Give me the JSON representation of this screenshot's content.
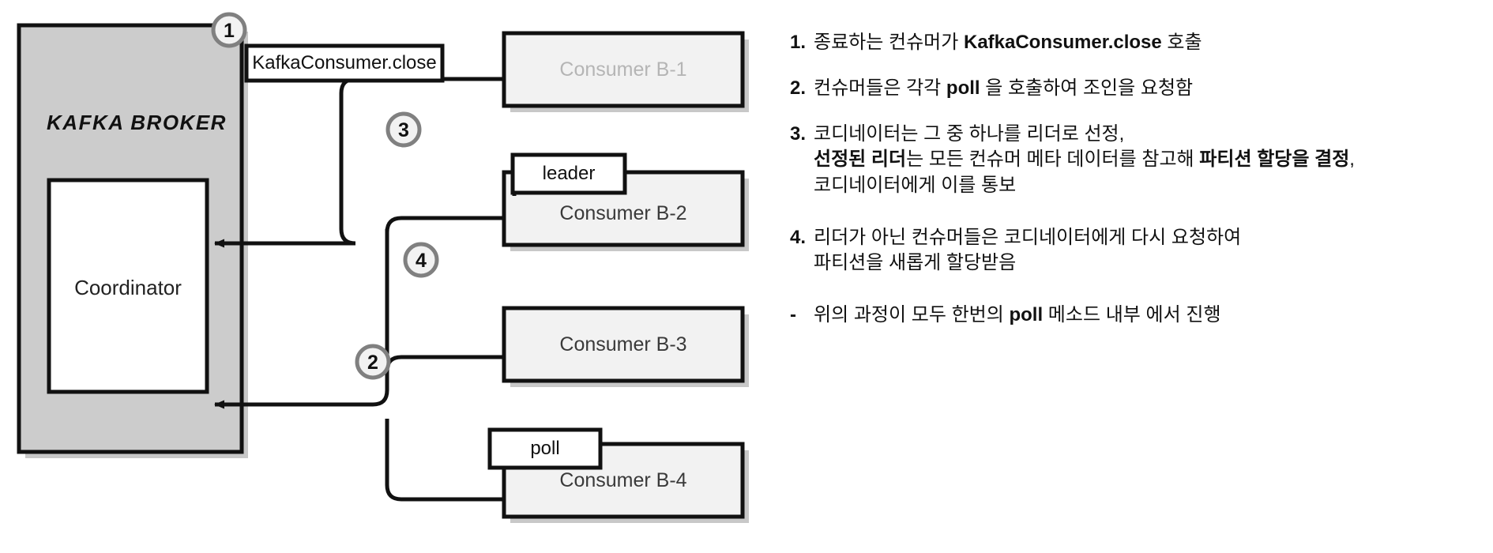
{
  "diagram": {
    "title": "Kafka consumer group rebalance flow",
    "broker": {
      "label": "KAFKA BROKER",
      "fill": "#cccccc",
      "coordinator": {
        "label": "Coordinator",
        "fill": "#ffffff"
      }
    },
    "consumers": [
      {
        "id": "b1",
        "label": "Consumer B-1",
        "tag": "KafkaConsumer.close",
        "marker": "1",
        "muted": true
      },
      {
        "id": "b2",
        "label": "Consumer B-2",
        "tag": "leader",
        "marker": "3",
        "muted": false
      },
      {
        "id": "b3",
        "label": "Consumer B-3",
        "tag": "",
        "marker": "4",
        "muted": false
      },
      {
        "id": "b4",
        "label": "Consumer B-4",
        "tag": "poll",
        "marker": "2",
        "muted": false
      }
    ],
    "markers": [
      "1",
      "2",
      "3",
      "4"
    ],
    "colors": {
      "broker_fill": "#cccccc",
      "consumer_fill": "#f2f2f2",
      "tag_fill": "#ffffff",
      "stroke": "#111111",
      "marker_ring": "#808080",
      "marker_fill": "#f2f2f2",
      "muted_text": "#b5b5b5",
      "shadow": "#c8c8c8"
    }
  },
  "notes": {
    "items": [
      {
        "marker": "1.",
        "lines": [
          [
            {
              "t": "종료하는 컨슈머가 ",
              "b": false
            },
            {
              "t": "KafkaConsumer.close",
              "b": true
            },
            {
              "t": " 호출",
              "b": false
            }
          ]
        ]
      },
      {
        "marker": "2.",
        "lines": [
          [
            {
              "t": "컨슈머들은 각각 ",
              "b": false
            },
            {
              "t": "poll",
              "b": true
            },
            {
              "t": " 을 호출하여 조인을 요청함",
              "b": false
            }
          ]
        ]
      },
      {
        "marker": "3.",
        "lines": [
          [
            {
              "t": "코디네이터는 그 중 하나를 리더로 선정,",
              "b": false
            }
          ],
          [
            {
              "t": "선정된 리더",
              "b": true
            },
            {
              "t": "는 모든 컨슈머 메타 데이터를 참고해 ",
              "b": false
            },
            {
              "t": "파티션 할당을 결정",
              "b": true
            },
            {
              "t": ",",
              "b": false
            }
          ],
          [
            {
              "t": "코디네이터에게 이를 통보",
              "b": false
            }
          ]
        ]
      },
      {
        "marker": "4.",
        "lines": [
          [
            {
              "t": "리더가 아닌 컨슈머들은 코디네이터에게 다시 요청하여",
              "b": false
            }
          ],
          [
            {
              "t": "파티션을 새롭게 할당받음",
              "b": false
            }
          ]
        ]
      },
      {
        "marker": "-",
        "lines": [
          [
            {
              "t": "위의 과정이 모두 한번의 ",
              "b": false
            },
            {
              "t": "poll",
              "b": true
            },
            {
              "t": " 메소드 내부 에서 진행",
              "b": false
            }
          ]
        ]
      }
    ]
  }
}
